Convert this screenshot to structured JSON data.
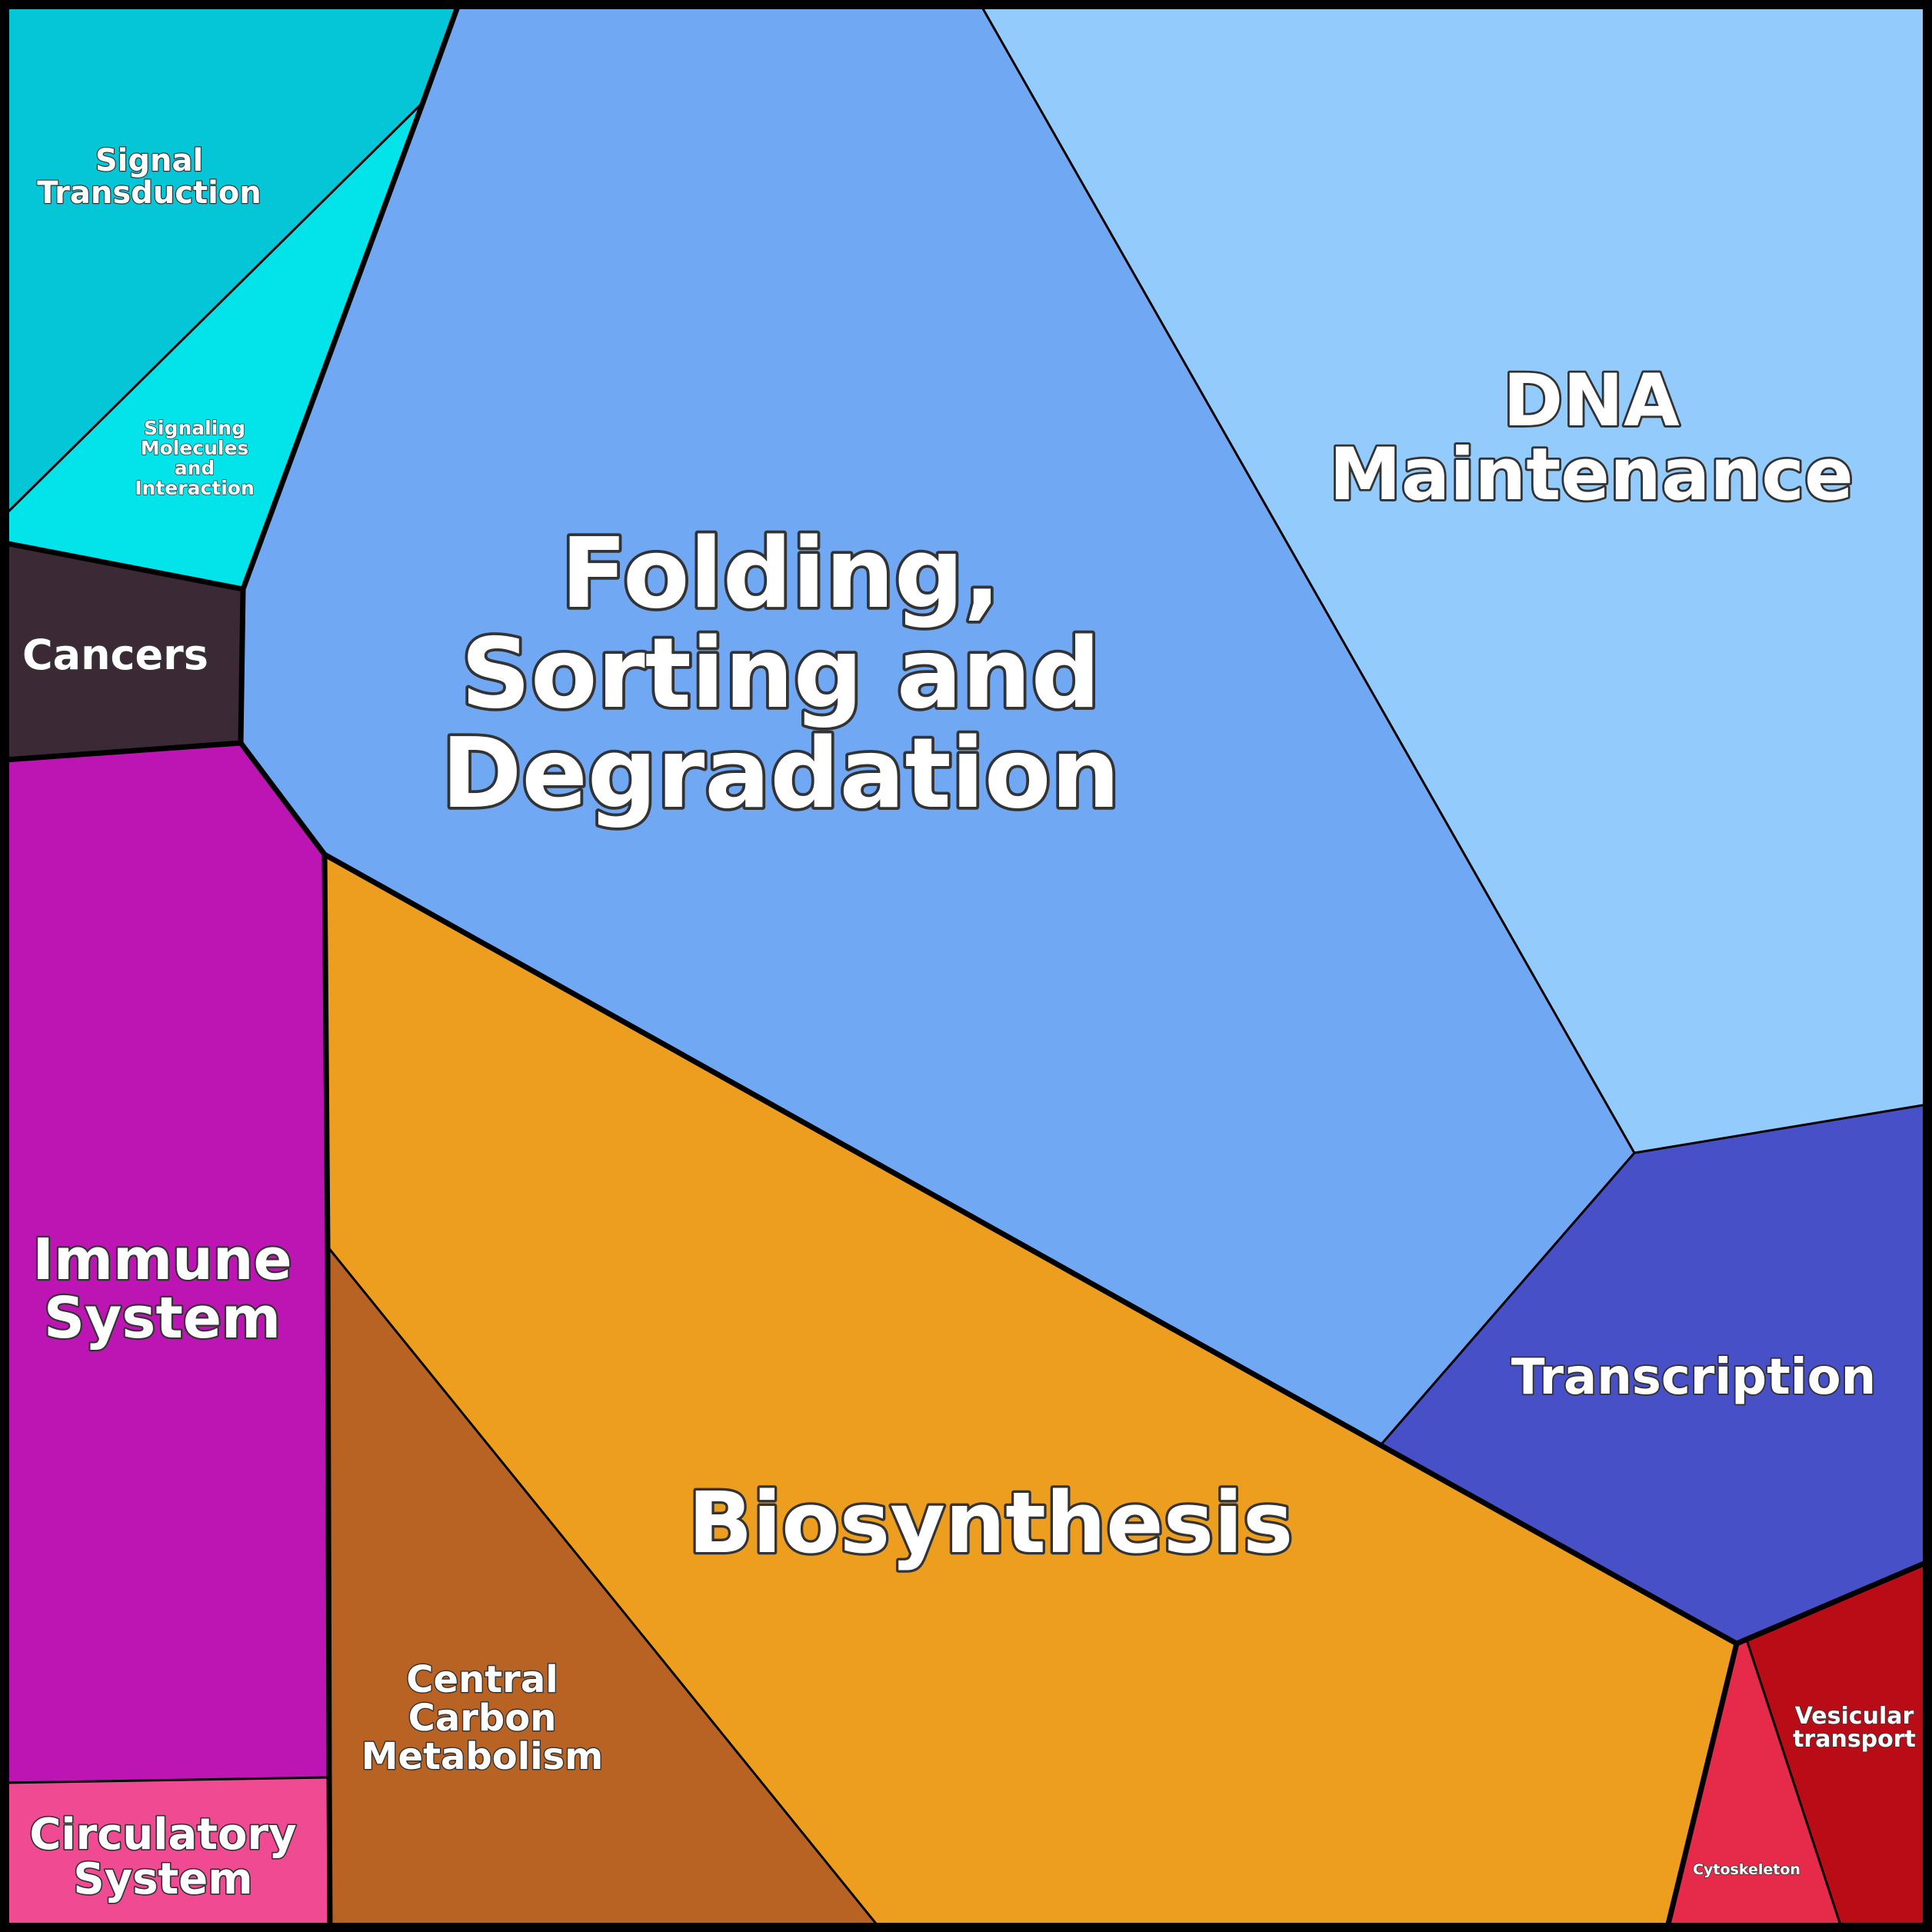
{
  "colors": {
    "signal_transduction": "#04C6D6",
    "signaling_molecules": "#02E3EA",
    "cancers": "#3B2A35",
    "immune_system": "#BC15B4",
    "circulatory_system": "#F04A92",
    "folding_sorting": "#71A8F3",
    "dna_maintenance": "#93CCFC",
    "biosynthesis": "#ED9E1F",
    "central_carbon": "#B86324",
    "transcription": "#4850C8",
    "cytoskeleton": "#E62A4A",
    "vesicular_transport": "#BA0C17",
    "border": "#000000"
  },
  "cells": {
    "signal_transduction": {
      "lines": [
        "Signal",
        "Transduction"
      ]
    },
    "signaling_molecules": {
      "lines": [
        "Signaling",
        "Molecules",
        "and",
        "Interaction"
      ]
    },
    "cancers": {
      "lines": [
        "Cancers"
      ]
    },
    "immune_system": {
      "lines": [
        "Immune",
        "System"
      ]
    },
    "circulatory_system": {
      "lines": [
        "Circulatory",
        "System"
      ]
    },
    "folding_sorting": {
      "lines": [
        "Folding,",
        "Sorting and",
        "Degradation"
      ]
    },
    "dna_maintenance": {
      "lines": [
        "DNA",
        "Maintenance"
      ]
    },
    "biosynthesis": {
      "lines": [
        "Biosynthesis"
      ]
    },
    "central_carbon": {
      "lines": [
        "Central",
        "Carbon",
        "Metabolism"
      ]
    },
    "transcription": {
      "lines": [
        "Transcription"
      ]
    },
    "cytoskeleton": {
      "lines": [
        "Cytoskeleton"
      ]
    },
    "vesicular_transport": {
      "lines": [
        "Vesicular",
        "transport"
      ]
    }
  }
}
